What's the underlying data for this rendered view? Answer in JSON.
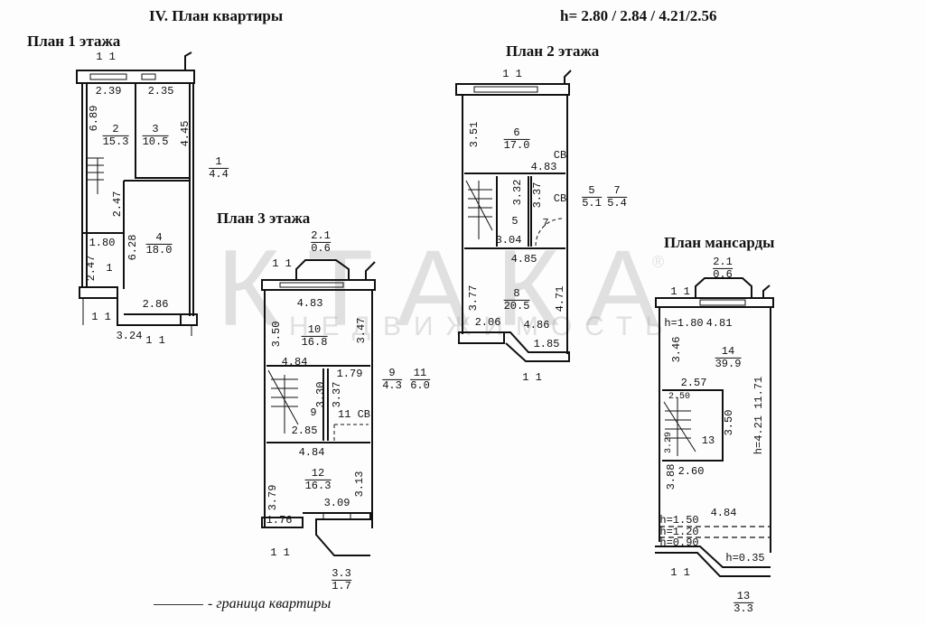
{
  "header": {
    "title": "IV. План квартиры",
    "heights": "h=  2.80 / 2.84 / 4.21/2.56"
  },
  "watermark": {
    "logo": "КТАКА",
    "sub": "НЕДВИЖИМОСТЬ",
    "reg": "®"
  },
  "legend": {
    "text": "- граница квартиры"
  },
  "plan1": {
    "title": "План 1 этажа",
    "labels": [
      "1 1",
      "2.39",
      "2.35",
      "6.89",
      "2",
      "15.3",
      "3",
      "10.5",
      "4.45",
      "1",
      "4.4",
      "2.47",
      "1.80",
      "6.28",
      "4",
      "18.0",
      "2.47",
      "1",
      "1 1",
      "2.86",
      "3.24",
      "1 1"
    ]
  },
  "plan2": {
    "title": "План 2 этажа",
    "labels": [
      "1 1",
      "3.51",
      "6",
      "17.0",
      "CB",
      "4.83",
      "3.32",
      "3.37",
      "CB",
      "5",
      "7",
      "5",
      "5.1",
      "7",
      "5.4",
      "3.04",
      "4.85",
      "3.77",
      "8",
      "20.5",
      "4.71",
      "2.06",
      "4.86",
      "1.85",
      "1 1"
    ]
  },
  "plan3": {
    "title": "План 3 этажа",
    "labels": [
      "2.1",
      "0.6",
      "1 1",
      "4.83",
      "3.50",
      "10",
      "16.8",
      "3.47",
      "4.84",
      "3.30",
      "3.37",
      "1.79",
      "9",
      "11 CB",
      "2.85",
      "9",
      "4.3",
      "11",
      "6.0",
      "4.84",
      "3.79",
      "12",
      "16.3",
      "3.13",
      "3.09",
      "1.76",
      "1 1",
      "3.3",
      "1.7"
    ]
  },
  "plan4": {
    "title": "План мансарды",
    "labels": [
      "2.1",
      "0.6",
      "1 1",
      "h=1.80",
      "4.81",
      "3.46",
      "14",
      "39.9",
      "2.57",
      "2.50",
      "3.50",
      "13",
      "3.29",
      "h=4.21  11.71",
      "3.88",
      "2.60",
      "4.84",
      "h=1.50",
      "h=1.20",
      "h=0.90",
      "h=0.35",
      "1 1",
      "13",
      "3.3"
    ]
  }
}
